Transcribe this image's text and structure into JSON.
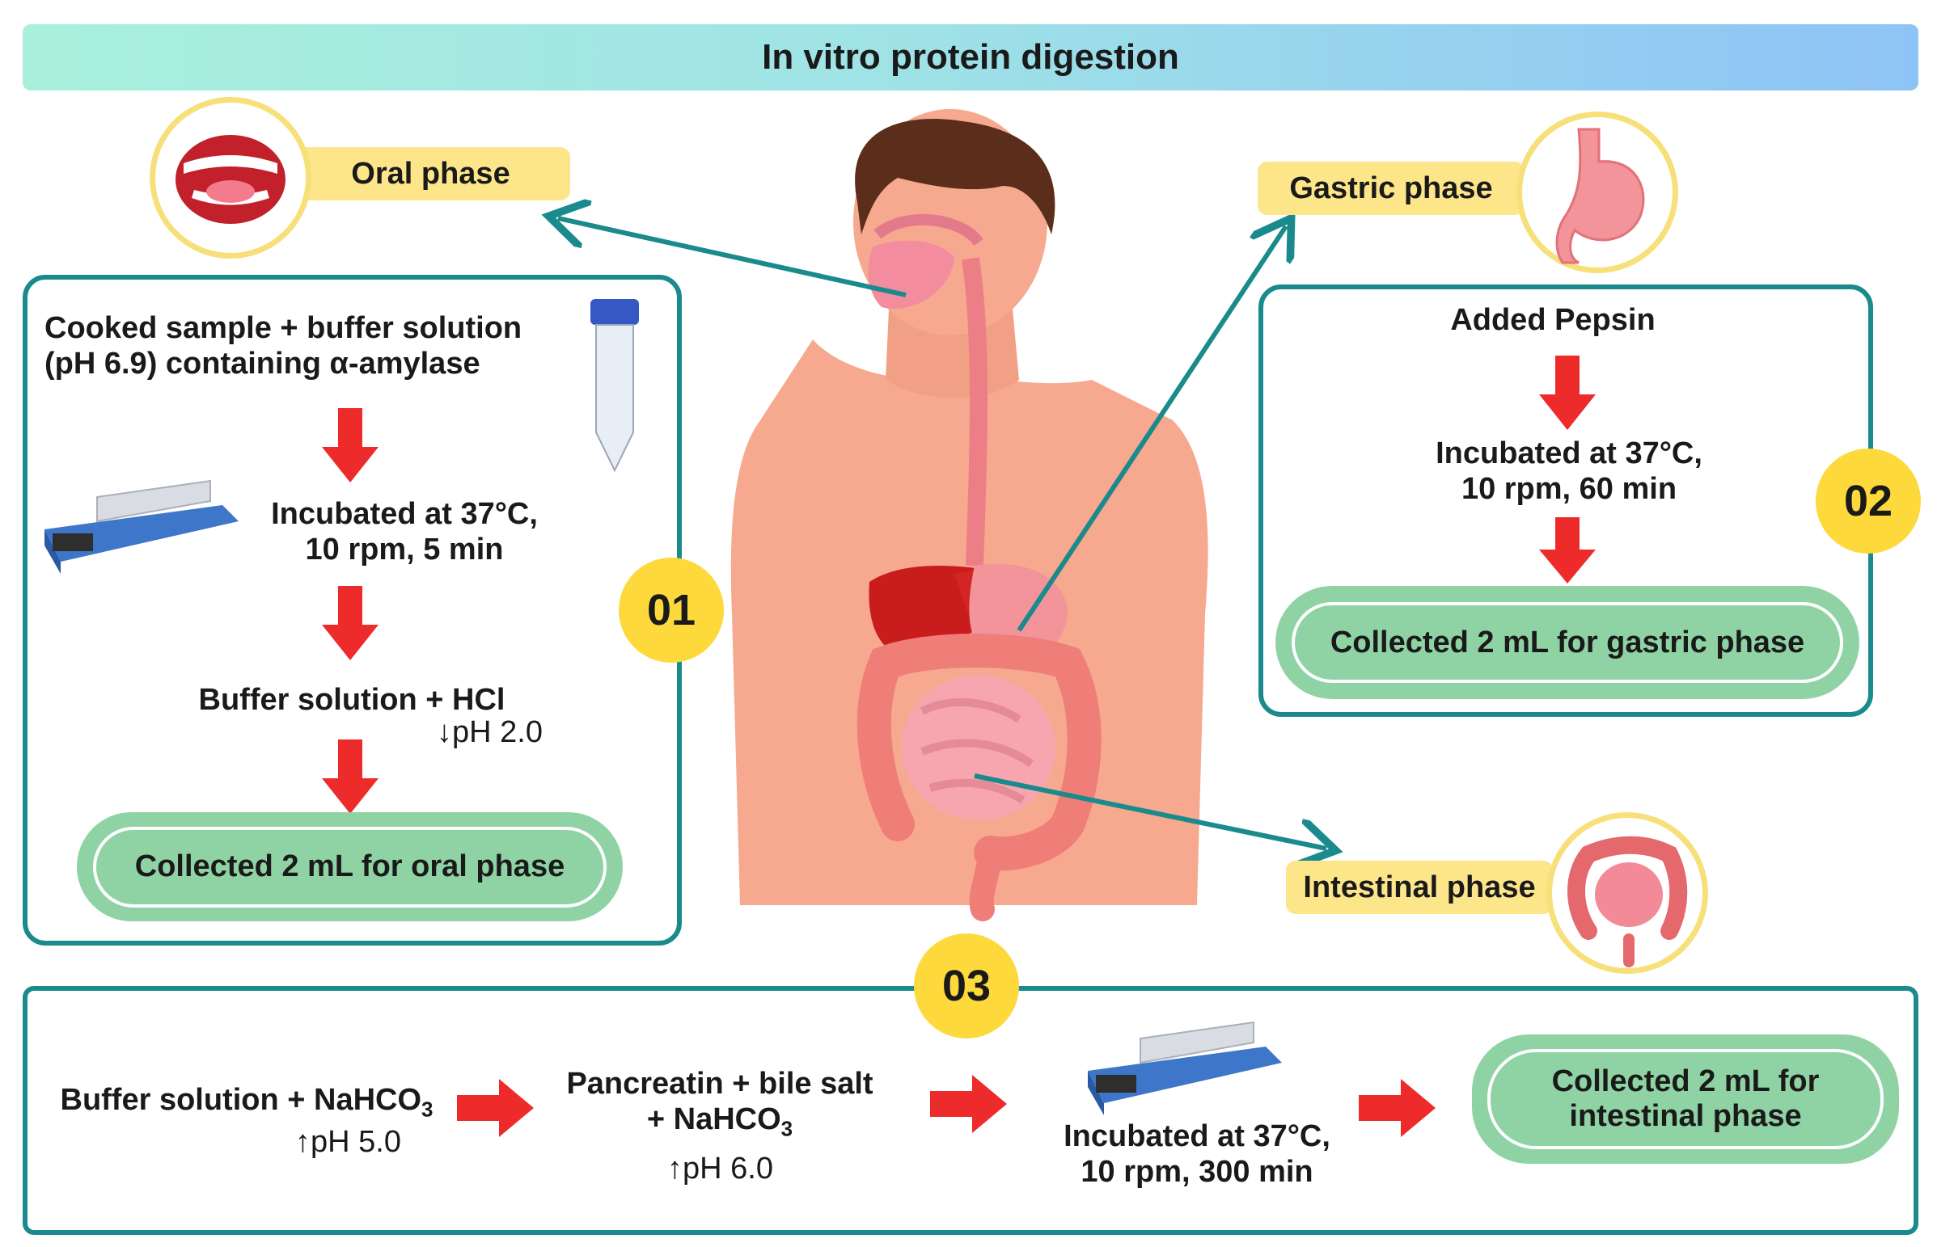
{
  "title": "In vitro protein digestion",
  "phases": {
    "oral": "Oral phase",
    "gastric": "Gastric phase",
    "intestinal": "Intestinal phase"
  },
  "badges": [
    "01",
    "02",
    "03"
  ],
  "oral_panel": {
    "line1": "Cooked sample + buffer solution",
    "line2": "(pH 6.9) containing α-amylase",
    "incubate1": "Incubated at 37°C,",
    "incubate2": "10 rpm, 5 min",
    "buffer": "Buffer solution + HCl",
    "ph": "↓pH 2.0",
    "collect": "Collected 2 mL for oral phase"
  },
  "gastric_panel": {
    "added": "Added Pepsin",
    "incubate1": "Incubated at 37°C,",
    "incubate2": "10 rpm, 60 min",
    "collect": "Collected 2 mL for gastric phase"
  },
  "intestinal_panel": {
    "step1_main": "Buffer solution + NaHCO",
    "step1_sub": "3",
    "step1_ph": "↑pH 5.0",
    "step2_line1": "Pancreatin + bile salt",
    "step2_line2": "+ NaHCO",
    "step2_sub": "3",
    "step2_ph": "↑pH 6.0",
    "incubate1": "Incubated at 37°C,",
    "incubate2": "10 rpm, 300 min",
    "collect1": "Collected 2 mL for",
    "collect2": "intestinal phase"
  },
  "colors": {
    "teal": "#1b8a8c",
    "arrow_red": "#ee2b2b",
    "badge_yellow": "#fdd93c",
    "pill_yellow": "#fde68a",
    "collect_green": "#8fd3a4",
    "skin": "#f6a98f"
  }
}
